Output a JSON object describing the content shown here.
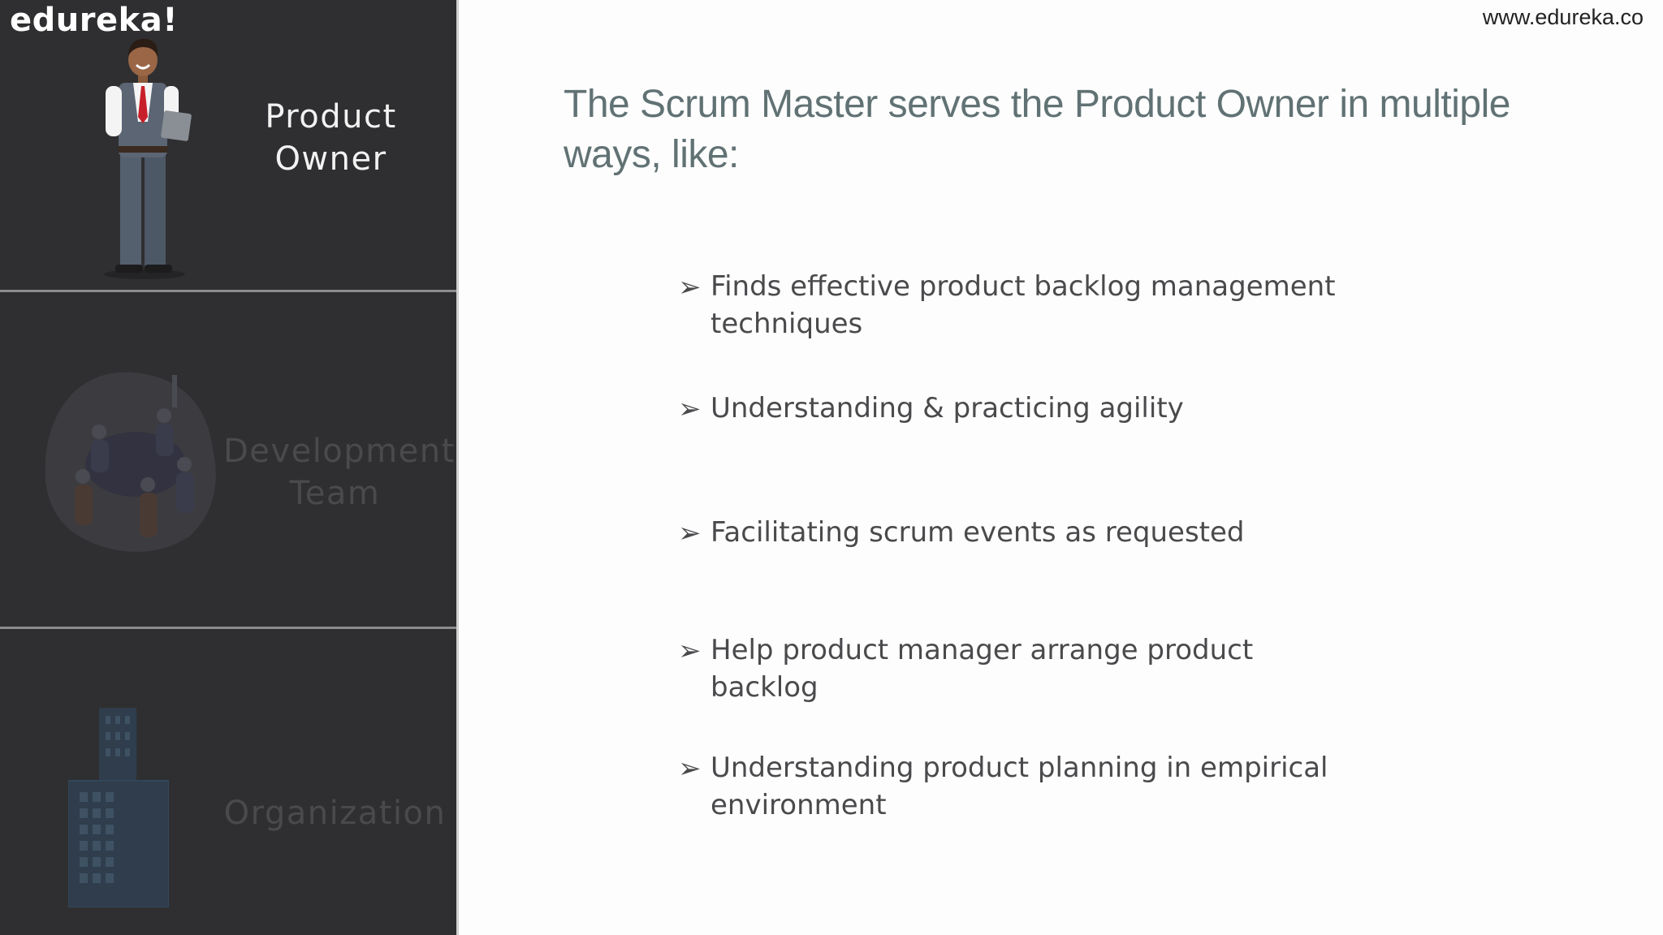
{
  "brand": {
    "logo": "edureka!",
    "url": "www.edureka.co"
  },
  "sidebar": {
    "panels": [
      {
        "label_line1": "Product",
        "label_line2": "Owner",
        "icon": "person-with-tablet-icon",
        "active": true
      },
      {
        "label_line1": "Development",
        "label_line2": "Team",
        "icon": "team-meeting-icon",
        "active": false
      },
      {
        "label_line1": "Organization",
        "label_line2": "",
        "icon": "building-icon",
        "active": false
      }
    ]
  },
  "main": {
    "title_line1": "The Scrum Master serves the Product Owner in multiple",
    "title_line2": "ways, like:",
    "bullet_glyph": "➢",
    "bullets": [
      {
        "line1": "Finds effective product backlog management",
        "line2": "techniques"
      },
      {
        "line1": "Understanding & practicing agility",
        "line2": ""
      },
      {
        "line1": "Facilitating scrum events as requested",
        "line2": ""
      },
      {
        "line1": "Help product manager arrange product",
        "line2": "backlog"
      },
      {
        "line1": "Understanding product planning in empirical",
        "line2": "environment"
      }
    ]
  },
  "colors": {
    "sidebar_bg": "#2f2f31",
    "title": "#617274",
    "text": "#4a4a4d",
    "active_label": "#f2f2f2",
    "inactive_label": "#4a4a4d"
  }
}
